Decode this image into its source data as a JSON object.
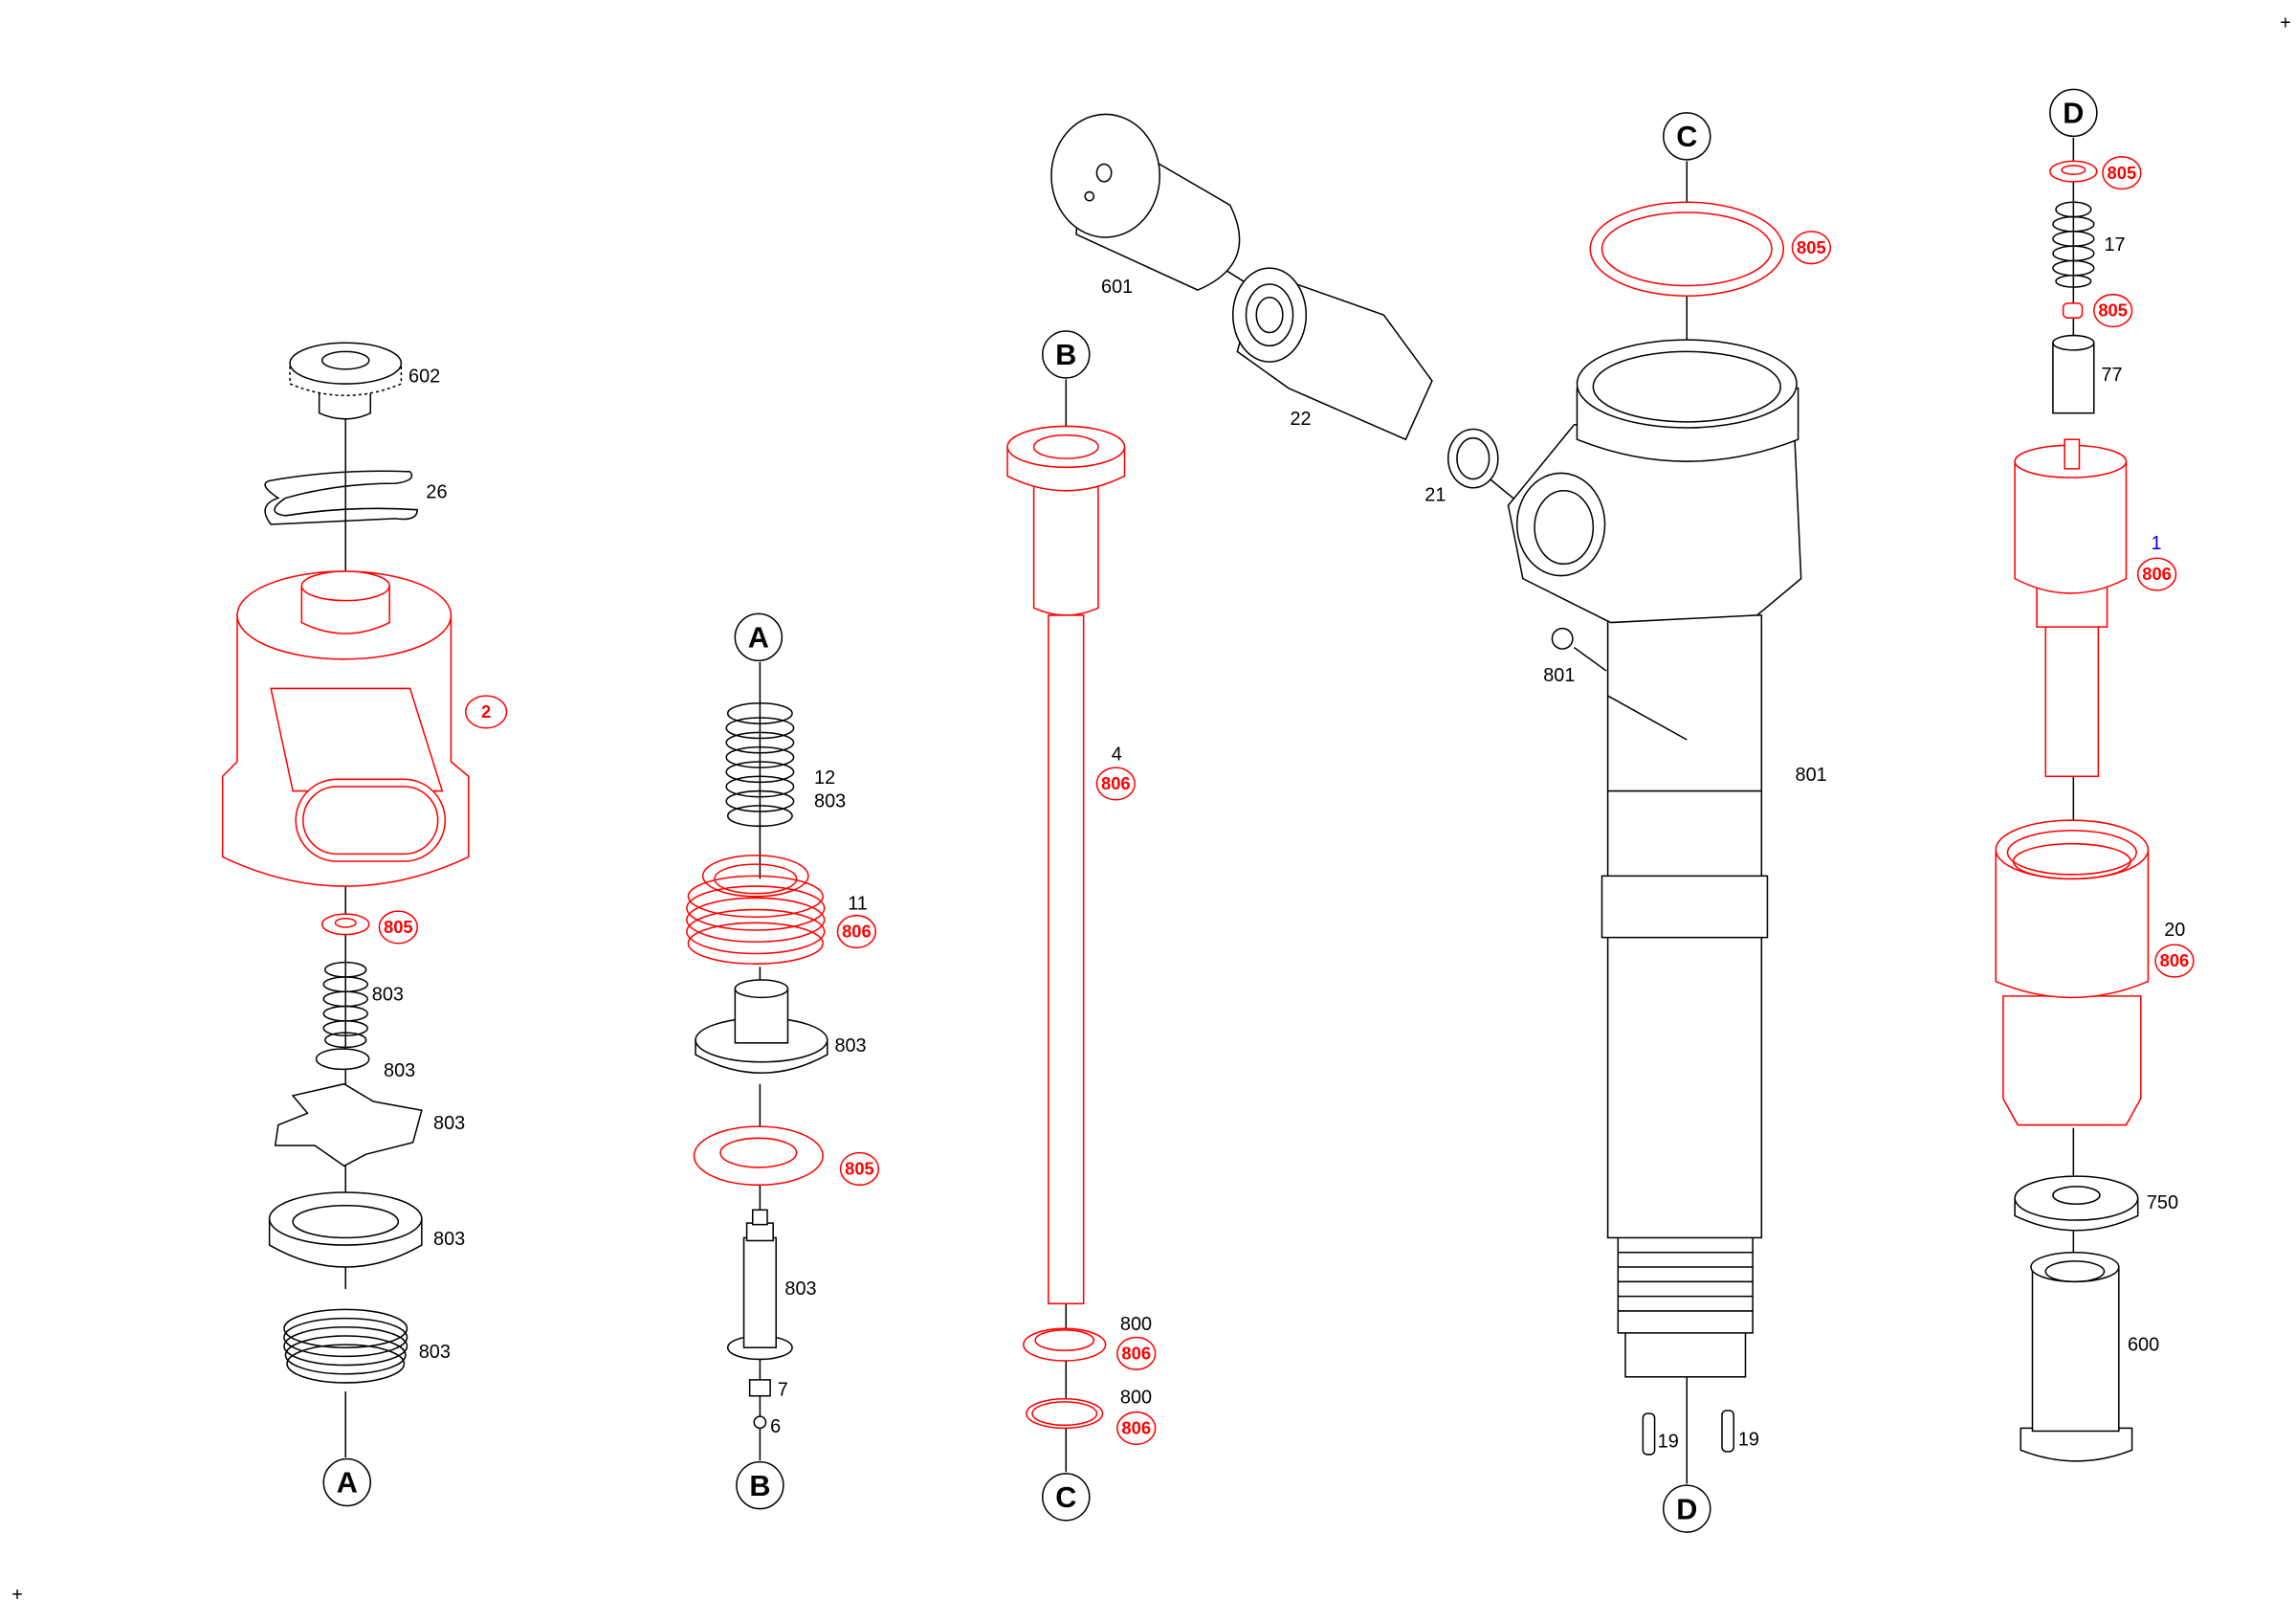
{
  "title": "Injector exploded parts diagram",
  "colors": {
    "highlight": "#ff0000",
    "line": "#000000",
    "callout_blue": "#0000ff"
  },
  "part_labels": [
    "602",
    "26",
    "803",
    "803",
    "803",
    "803",
    "803",
    "12",
    "803",
    "11",
    "803",
    "803",
    "7",
    "6",
    "601",
    "22",
    "21",
    "4",
    "800",
    "800",
    "801",
    "801",
    "19",
    "19",
    "17",
    "77",
    "20",
    "750",
    "600"
  ],
  "blue_labels": [
    "1"
  ],
  "red_callouts": [
    "2",
    "805",
    "806",
    "805",
    "806",
    "806",
    "806",
    "805",
    "805",
    "805",
    "806",
    "806"
  ],
  "connectors": [
    "A",
    "A",
    "B",
    "B",
    "C",
    "C",
    "D",
    "D"
  ],
  "corner_marks": [
    "+",
    "+"
  ]
}
